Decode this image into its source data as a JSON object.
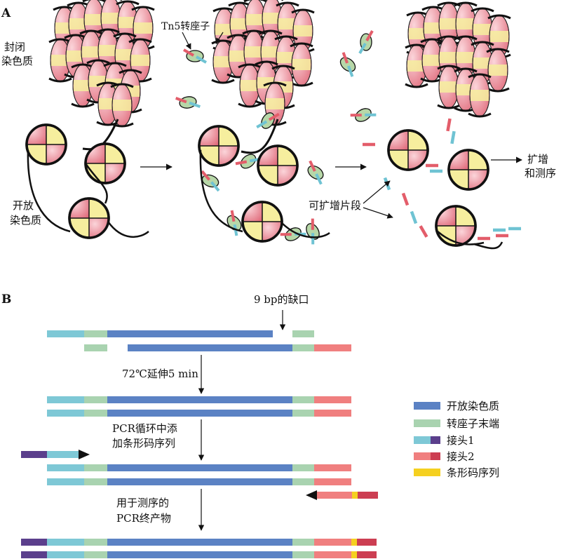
{
  "panel_a": {
    "label": "A",
    "closed_chromatin": [
      "封闭",
      "染色质"
    ],
    "open_chromatin": [
      "开放",
      "染色质"
    ],
    "tn5": "Tn5转座子",
    "amplifiable": "可扩增片段",
    "amp_seq": [
      "扩增",
      "和测序"
    ]
  },
  "panel_b": {
    "label": "B",
    "gap": "9 bp的缺口",
    "step1": "72℃延伸5 min",
    "step2": [
      "PCR循环中添",
      "加条形码序列"
    ],
    "step3": [
      "用于测序的",
      "PCR终产物"
    ]
  },
  "legend": [
    {
      "label": "开放染色质",
      "colors": [
        "#5b82c4",
        "#5b82c4"
      ]
    },
    {
      "label": "转座子末端",
      "colors": [
        "#a9d3b0",
        "#a9d3b0"
      ]
    },
    {
      "label": "接头1",
      "colors": [
        "#7ec8d6",
        "#5b3f8c"
      ]
    },
    {
      "label": "接头2",
      "colors": [
        "#f07f7f",
        "#cc3e52"
      ]
    },
    {
      "label": "条形码序列",
      "colors": [
        "#f5d020",
        "#f5d020"
      ]
    }
  ],
  "colors": {
    "chromatin": "#5b82c4",
    "transposon_end": "#a9d3b0",
    "adapter1_light": "#7ec8d6",
    "adapter1_dark": "#5b3f8c",
    "adapter2_light": "#f07f7f",
    "adapter2_dark": "#cc3e52",
    "barcode": "#f5d020",
    "nucleosome_pink": "#e87f8c",
    "nucleosome_yellow": "#f6ee9e",
    "tn5_green": "#b7d7a8"
  }
}
